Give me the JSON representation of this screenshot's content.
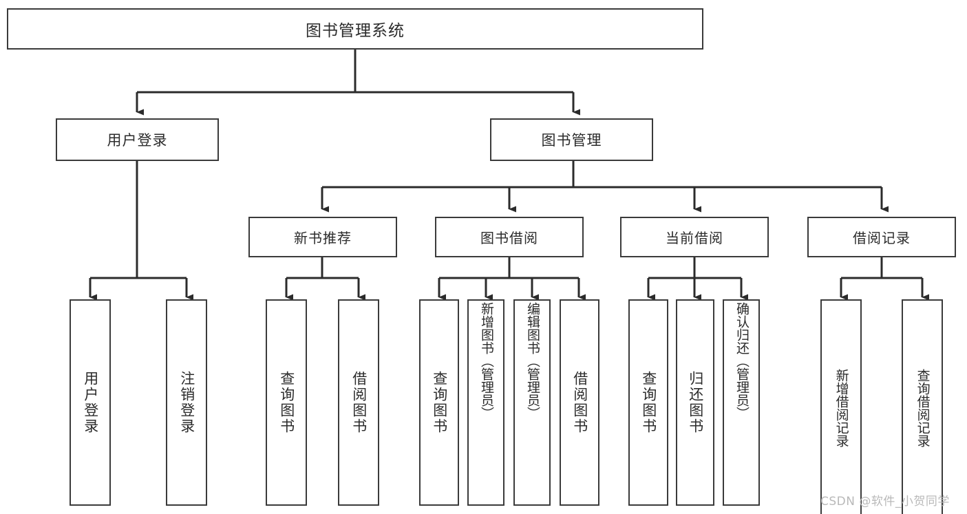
{
  "diagram": {
    "title": "图书管理系统",
    "type": "功能结构图",
    "style": {
      "background": "#ffffff",
      "border_color": "#3a3a3a",
      "text_color": "#2b2b2b",
      "watermark_color": "#b9b9b9"
    },
    "root": {
      "label": "图书管理系统"
    },
    "level2": [
      {
        "label": "用户登录"
      },
      {
        "label": "图书管理"
      }
    ],
    "level3": [
      {
        "label": "新书推荐"
      },
      {
        "label": "图书借阅"
      },
      {
        "label": "当前借阅"
      },
      {
        "label": "借阅记录"
      }
    ],
    "leaves": [
      {
        "label": "用户登录",
        "parent": "用户登录"
      },
      {
        "label": "注销登录",
        "parent": "用户登录"
      },
      {
        "label": "查询图书",
        "parent": "新书推荐"
      },
      {
        "label": "借阅图书",
        "parent": "新书推荐"
      },
      {
        "label": "查询图书",
        "parent": "图书借阅"
      },
      {
        "label": "新增图书（管理员）",
        "parent": "图书借阅"
      },
      {
        "label": "编辑图书（管理员）",
        "parent": "图书借阅"
      },
      {
        "label": "借阅图书",
        "parent": "图书借阅"
      },
      {
        "label": "查询图书",
        "parent": "当前借阅"
      },
      {
        "label": "归还图书",
        "parent": "当前借阅"
      },
      {
        "label": "确认归还（管理员）",
        "parent": "当前借阅"
      },
      {
        "label": "新增借阅记录",
        "parent": "借阅记录"
      },
      {
        "label": "查询借阅记录",
        "parent": "借阅记录"
      }
    ],
    "watermark": "CSDN @软件_小贺同学"
  }
}
